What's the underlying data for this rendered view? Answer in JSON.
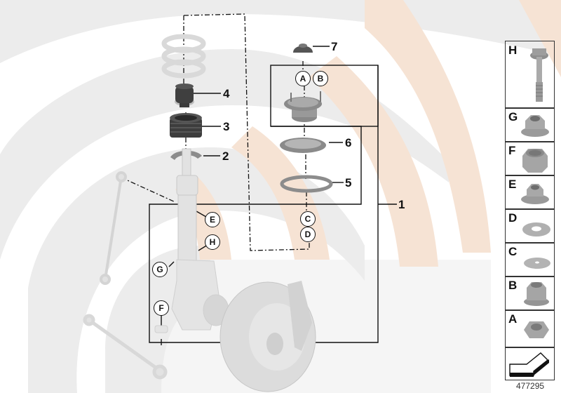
{
  "diagram": {
    "type": "exploded parts diagram",
    "subject": "Front strut / suspension repair kit",
    "figure_number": "477295",
    "colors": {
      "background_band_gray": "#e9e9e9",
      "background_band_peach": "#f6e3d4",
      "line": "#111111",
      "part_gray": "#9a9a9a",
      "part_light": "#dddddd"
    },
    "callouts": [
      {
        "id": "1",
        "label": "1",
        "description": "Repair kit (outer bracket around strut mount, spring seat, knuckle group)"
      },
      {
        "id": "2",
        "label": "2",
        "description": "Lower spring clip / seat"
      },
      {
        "id": "3",
        "label": "3",
        "description": "Protective bellows / dust cover"
      },
      {
        "id": "4",
        "label": "4",
        "description": "Bump stop / auxiliary spring"
      },
      {
        "id": "5",
        "label": "5",
        "description": "Spring pad"
      },
      {
        "id": "6",
        "label": "6",
        "description": "Upper spring seat"
      },
      {
        "id": "7",
        "label": "7",
        "description": "Cap"
      }
    ],
    "bubbles": [
      {
        "label": "A",
        "where": "strut mount top, left stud"
      },
      {
        "label": "B",
        "where": "strut mount top, right stud"
      },
      {
        "label": "C",
        "where": "below spring pad"
      },
      {
        "label": "D",
        "where": "below C, dashed line to strut top"
      },
      {
        "label": "E",
        "where": "strut tube upper"
      },
      {
        "label": "H",
        "where": "strut clamp to knuckle"
      },
      {
        "label": "G",
        "where": "knuckle left side"
      },
      {
        "label": "F",
        "where": "knuckle lower, ball joint"
      }
    ],
    "kit_panel": {
      "items": [
        {
          "letter": "H",
          "part": "hex flange bolt"
        },
        {
          "letter": "G",
          "part": "hex flange nut"
        },
        {
          "letter": "F",
          "part": "self-locking hex nut"
        },
        {
          "letter": "E",
          "part": "hex flange nut"
        },
        {
          "letter": "D",
          "part": "washer (large bore)"
        },
        {
          "letter": "C",
          "part": "washer (small bore)"
        },
        {
          "letter": "B",
          "part": "collar lock nut"
        },
        {
          "letter": "A",
          "part": "hex lock nut"
        }
      ],
      "footer_icon": "arrow-left-down-icon"
    }
  }
}
